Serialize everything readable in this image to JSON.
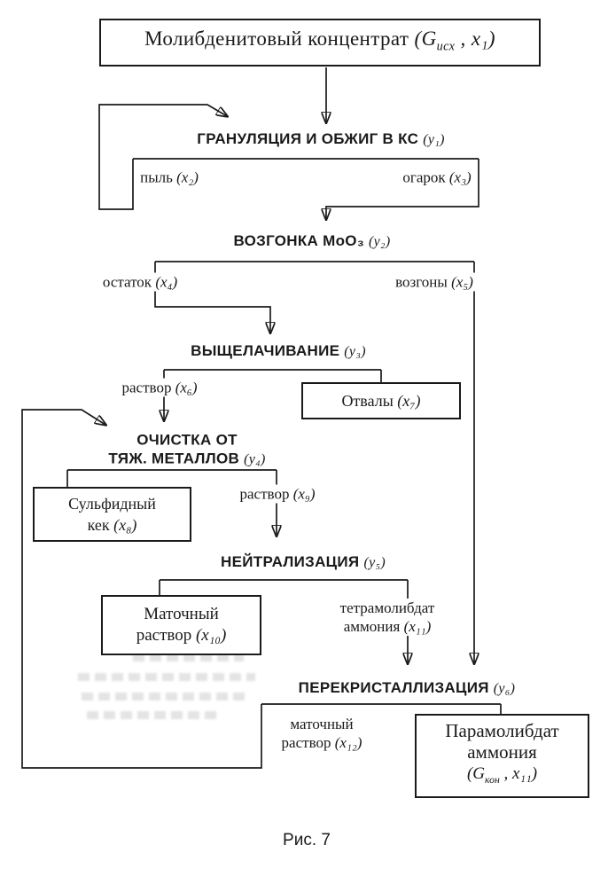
{
  "top_box": {
    "title": "Молибденитовый концентрат",
    "param_prefix": " (G",
    "param_sub": "исх",
    "param_suffix": " , x₁)"
  },
  "steps": {
    "granulation": {
      "title": "ГРАНУЛЯЦИЯ И ОБЖИГ В КС",
      "var": "(y₁)"
    },
    "sublimation": {
      "title": "ВОЗГОНКА MoO₃",
      "var": "(y₂)"
    },
    "leaching": {
      "title": "ВЫЩЕЛАЧИВАНИЕ",
      "var": "(y₃)"
    },
    "purification": {
      "line1": "ОЧИСТКА ОТ",
      "line2": "ТЯЖ. МЕТАЛЛОВ",
      "var": "(y₄)"
    },
    "neutralization": {
      "title": "НЕЙТРАЛИЗАЦИЯ",
      "var": "(y₅)"
    },
    "recrystallization": {
      "title": "ПЕРЕКРИСТАЛЛИЗАЦИЯ",
      "var": "(y₆)"
    }
  },
  "streams": {
    "dust": {
      "label": "пыль",
      "var": "(x₂)"
    },
    "cinder": {
      "label": "огарок",
      "var": "(x₃)"
    },
    "residue": {
      "label": "остаток",
      "var": "(x₄)"
    },
    "sublimates": {
      "label": "возгоны",
      "var": "(x₅)"
    },
    "solution_6": {
      "label": "раствор",
      "var": "(x₆)"
    },
    "solution_9": {
      "label": "раствор",
      "var": "(x₉)"
    },
    "tetramolybdate": {
      "line1": "тетрамолибдат",
      "line2": "аммония",
      "var": "(x₁₁)"
    },
    "mother_liquor_12": {
      "line1": "маточный",
      "line2": "раствор",
      "var": "(x₁₂)"
    }
  },
  "boxes": {
    "dumps": {
      "label": "Отвалы",
      "var": "(x₇)"
    },
    "sulfide_cake": {
      "line1": "Сульфидный",
      "line2": "кек",
      "var": "(x₈)"
    },
    "mother_liquor_10": {
      "line1": "Маточный",
      "line2": "раствор",
      "var": "(x₁₀)"
    },
    "paramolybdate": {
      "line1": "Парамолибдат",
      "line2": "аммония",
      "param_prefix": "(G",
      "param_sub": "кон",
      "param_suffix": " , x₁₁)"
    }
  },
  "caption": "Рис. 7",
  "colors": {
    "ink": "#1a1a1a",
    "paper": "#ffffff"
  }
}
